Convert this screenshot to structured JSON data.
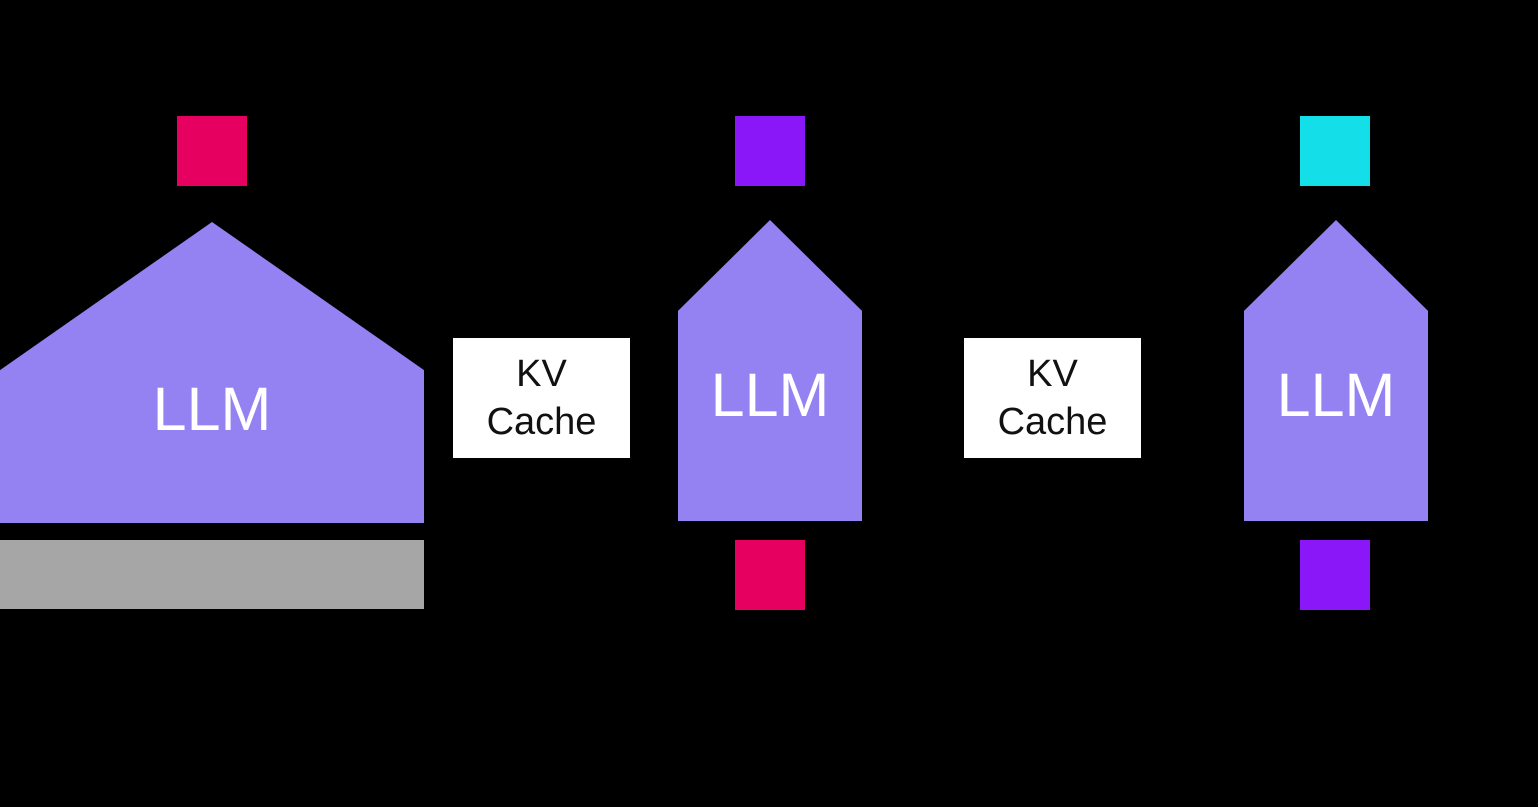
{
  "diagram": {
    "background": "#000000",
    "description_type": "llm-kv-cache-decoding-diagram",
    "stages": [
      {
        "llm_label": "LLM",
        "llm_color": "#9482F3",
        "llm_text_color": "#FFFFFF",
        "prompt_bar_color": "#A6A6A6",
        "output_token_color": "#E6005F"
      },
      {
        "llm_label": "LLM",
        "llm_color": "#9482F3",
        "llm_text_color": "#FFFFFF",
        "input_token_color": "#E6005F",
        "output_token_color": "#8A17F8"
      },
      {
        "llm_label": "LLM",
        "llm_color": "#9482F3",
        "llm_text_color": "#FFFFFF",
        "input_token_color": "#8A17F8",
        "output_token_color": "#14DFE8"
      }
    ],
    "kv_cache": {
      "line1": "KV",
      "line2": "Cache",
      "background": "#FFFFFF",
      "text_color": "#111111"
    }
  }
}
